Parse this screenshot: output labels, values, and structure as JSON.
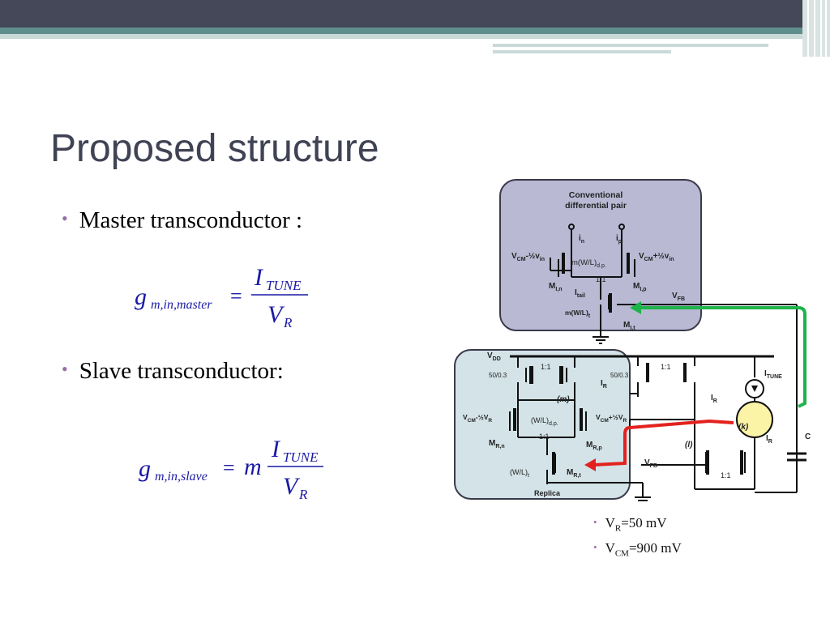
{
  "slide": {
    "title": "Proposed structure",
    "bullets": [
      {
        "text": "Master transconductor :"
      },
      {
        "text": "Slave transconductor:"
      }
    ],
    "eq_master": {
      "g": "g",
      "sub": "m,in,master",
      "eq": "=",
      "num_i": "I",
      "num_sub": "TUNE",
      "den_v": "V",
      "den_sub": "R"
    },
    "eq_slave": {
      "g": "g",
      "sub": "m,in,slave",
      "eq": "=",
      "m": "m",
      "num_i": "I",
      "num_sub": "TUNE",
      "den_v": "V",
      "den_sub": "R"
    },
    "notes": [
      {
        "pre": "V",
        "sub": "R",
        "post": "=50 mV"
      },
      {
        "pre": "V",
        "sub": "CM",
        "post": "=900 mV"
      }
    ]
  },
  "circuit": {
    "top_box_title_1": "Conventional",
    "top_box_title_2": "differential pair",
    "i_n": "i",
    "i_n_sub": "n",
    "i_p": "i",
    "i_p_sub": "p",
    "vcm_minus_vin": "V",
    "vcm_minus_vin_sub": "CM",
    "vcm_minus_vin_post": "-½v",
    "vcm_minus_vin_post_sub": "in",
    "vcm_plus_vin": "V",
    "vcm_plus_vin_sub": "CM",
    "vcm_plus_vin_post": "+½v",
    "vcm_plus_vin_post_sub": "in",
    "mwl_dp": "m(W/L)",
    "mwl_dp_sub": "d.p.",
    "ratio_top": "1:1",
    "m_ln": "M",
    "m_ln_sub": "I,n",
    "m_lp": "M",
    "m_lp_sub": "I,p",
    "i_tail": "I",
    "i_tail_sub": "tail",
    "v_fb_top": "V",
    "v_fb_top_sub": "FB",
    "mwl_t": "m(W/L)",
    "mwl_t_sub": "t",
    "m_lt": "M",
    "m_lt_sub": "I,t",
    "vdd": "V",
    "vdd_sub": "DD",
    "ratio_replica_top": "1:1",
    "size_left": "50/0.3",
    "size_right": "50/0.3",
    "ratio_mirror": "1:1",
    "i_r": "I",
    "i_r_sub": "R",
    "m_label": "(m)",
    "i_tune": "I",
    "i_tune_sub": "TUNE",
    "i_r2": "I",
    "i_r2_sub": "R",
    "k_label": "(k)",
    "i_r3": "I",
    "i_r3_sub": "R",
    "vcm_minus_vr": "V",
    "vcm_minus_vr_sub": "CM",
    "vcm_minus_vr_post": "-½V",
    "vcm_minus_vr_post_sub": "R",
    "vcm_plus_vr": "V",
    "vcm_plus_vr_sub": "CM",
    "vcm_plus_vr_post": "+½V",
    "vcm_plus_vr_post_sub": "R",
    "wl_dp": "(W/L)",
    "wl_dp_sub": "d.p.",
    "ratio_replica_mid": "1:1",
    "m_rn": "M",
    "m_rn_sub": "R,n",
    "m_rp": "M",
    "m_rp_sub": "R,p",
    "l_label": "(l)",
    "v_fb_bottom": "V",
    "v_fb_bottom_sub": "FB",
    "wl_t": "(W/L)",
    "wl_t_sub": "t",
    "m_rt": "M",
    "m_rt_sub": "R,t",
    "ratio_bottom": "1:1",
    "c_label": "C",
    "replica_label": "Replica",
    "colors": {
      "top_box": "#b9b9d4",
      "replica_box": "#d3e3e8",
      "feedback_green": "#1db44a",
      "feedback_red": "#e3221f",
      "k_source": "#fbf4a6"
    }
  }
}
